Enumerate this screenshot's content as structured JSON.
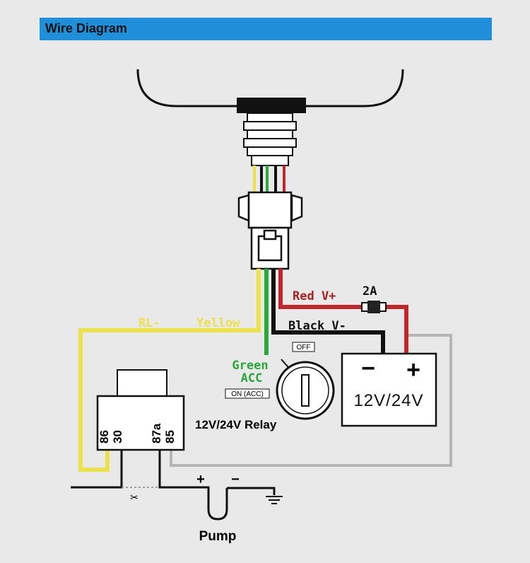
{
  "header": {
    "title": "Wire Diagram"
  },
  "labels": {
    "red_wire": "Red V+",
    "fuse_rating": "2A",
    "black_wire": "Black V-",
    "rl_wire": "RL-",
    "yellow_wire": "Yellow",
    "green_wire": "Green",
    "acc_wire": "ACC",
    "key_off": "OFF",
    "key_on": "ON (ACC)",
    "relay_title": "12V/24V Relay",
    "relay_pins": [
      "86",
      "30",
      "87a",
      "85"
    ],
    "battery_minus": "−",
    "battery_plus": "+",
    "battery_voltage": "12V/24V",
    "pump_plus": "+",
    "pump_minus": "−",
    "pump_label": "Pump"
  },
  "colors": {
    "header_bg": "#1e8fd8",
    "red": "#c0262b",
    "yellow": "#ece24a",
    "green": "#2aa83a",
    "black": "#111111",
    "gray": "#b5b5b5",
    "green_text": "#2aa83a",
    "red_text": "#a82020"
  },
  "icons": [
    "scissors-icon",
    "ground-icon",
    "key-switch-icon",
    "fuse-icon"
  ]
}
